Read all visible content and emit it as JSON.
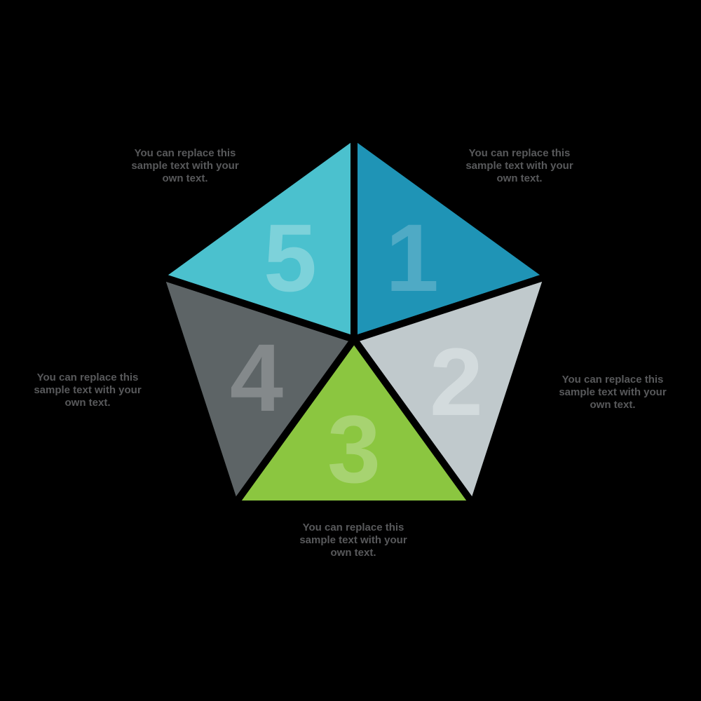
{
  "canvas": {
    "background_color": "#000000",
    "label_text_color": "#58595B"
  },
  "diagram": {
    "type": "pentagon-five-segment-infographic",
    "segments": [
      {
        "number": "1",
        "position": "top-right",
        "fill": "#1F94B6",
        "number_color": "#4FAAC5",
        "label_lines": [
          "You can replace this",
          "sample text with your",
          "own text."
        ]
      },
      {
        "number": "2",
        "position": "right",
        "fill": "#C0C9CC",
        "number_color": "#D3DBDD",
        "label_lines": [
          "You can replace this",
          "sample text with your",
          "own text."
        ]
      },
      {
        "number": "3",
        "position": "bottom",
        "fill": "#8BC640",
        "number_color": "#A7D371",
        "label_lines": [
          "You can replace this",
          "sample text with your",
          "own text."
        ]
      },
      {
        "number": "4",
        "position": "left",
        "fill": "#5D6466",
        "number_color": "#84898B",
        "label_lines": [
          "You can replace this",
          "sample text with your",
          "own text."
        ]
      },
      {
        "number": "5",
        "position": "top-left",
        "fill": "#4BC1CE",
        "number_color": "#7DD2DA",
        "label_lines": [
          "You can replace this",
          "sample text with your",
          "own text."
        ]
      }
    ]
  }
}
